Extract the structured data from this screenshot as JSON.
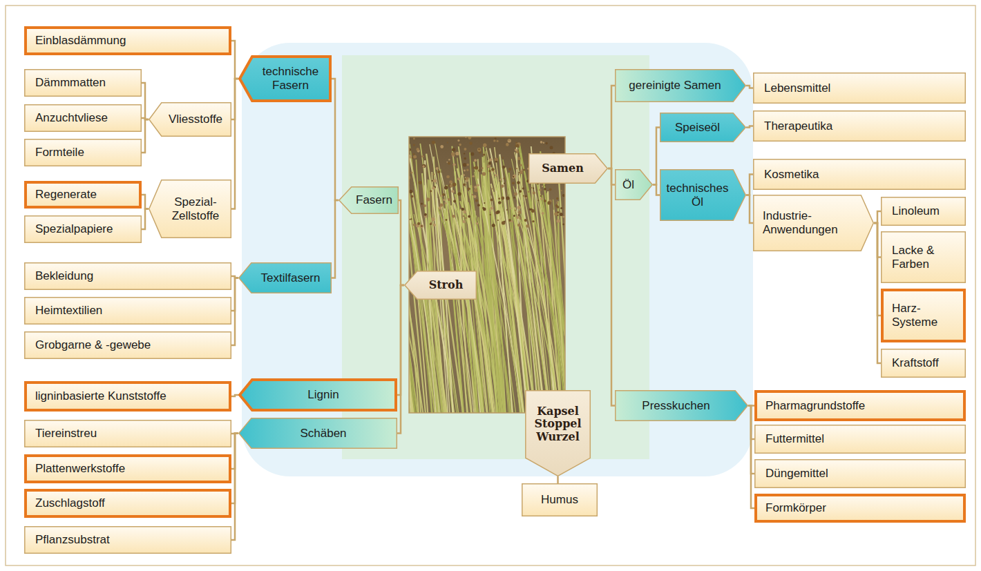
{
  "diagram": {
    "nodes": [
      {
        "text": [
          "Einblasdämmung"
        ]
      },
      {
        "text": [
          "technische Fasern"
        ]
      },
      {
        "text": [
          "Dämmmatten"
        ]
      },
      {
        "text": [
          "Anzuchtvliese"
        ]
      },
      {
        "text": [
          "Vliesstoffe"
        ]
      },
      {
        "text": [
          "Formteile"
        ]
      },
      {
        "text": [
          "Regenerate"
        ]
      },
      {
        "text": [
          "Spezial-Zellstoffe"
        ]
      },
      {
        "text": [
          "Spezialpapiere"
        ]
      },
      {
        "text": [
          "Fasern"
        ]
      },
      {
        "text": [
          "Bekleidung"
        ]
      },
      {
        "text": [
          "Textilfasern"
        ]
      },
      {
        "text": [
          "Heimtextilien"
        ]
      },
      {
        "text": [
          "Grobgarne & -gewebe"
        ]
      },
      {
        "text": [
          "ligninbasierte Kunststoffe"
        ]
      },
      {
        "text": [
          "Lignin"
        ]
      },
      {
        "text": [
          "Tiereinstreu"
        ]
      },
      {
        "text": [
          "Schäben"
        ]
      },
      {
        "text": [
          "Plattenwerkstoffe"
        ]
      },
      {
        "text": [
          "Zuschlagstoff"
        ]
      },
      {
        "text": [
          "Pflanzsubstrat"
        ]
      },
      {
        "text": [
          "Stroh"
        ]
      },
      {
        "text": [
          "Samen"
        ]
      },
      {
        "text": [
          "Kapsel Stoppel Wurzel"
        ]
      },
      {
        "text": [
          "Humus"
        ]
      },
      {
        "text": [
          "gereinigte Samen"
        ]
      },
      {
        "text": [
          "Lebensmittel"
        ]
      },
      {
        "text": [
          "Öl"
        ]
      },
      {
        "text": [
          "Speiseöl"
        ]
      },
      {
        "text": [
          "Therapeutika"
        ]
      },
      {
        "text": [
          "technisches Öl"
        ]
      },
      {
        "text": [
          "Kosmetika"
        ]
      },
      {
        "text": [
          "Industrie-Anwendungen"
        ]
      },
      {
        "text": [
          "Linoleum"
        ]
      },
      {
        "text": [
          "Lacke & Farben"
        ]
      },
      {
        "text": [
          "Harz-Systeme"
        ]
      },
      {
        "text": [
          "Kraftstoff"
        ]
      },
      {
        "text": [
          "Presskuchen"
        ]
      },
      {
        "text": [
          "Pharmagrundstoffe"
        ]
      },
      {
        "text": [
          "Futtermittel"
        ]
      },
      {
        "text": [
          "Düngemittel"
        ]
      },
      {
        "text": [
          "Formkörper"
        ]
      }
    ],
    "edges": [
      {
        "from": 21,
        "to": 9,
        "arrow": "none"
      },
      {
        "from": 21,
        "to": 15,
        "arrow": "none"
      },
      {
        "from": 21,
        "to": 17,
        "arrow": "none"
      },
      {
        "from": 9,
        "to": 1,
        "arrow": "none"
      },
      {
        "from": 9,
        "to": 11,
        "arrow": "none"
      },
      {
        "from": 1,
        "to": 0,
        "arrow": "none"
      },
      {
        "from": 1,
        "to": 4,
        "arrow": "none"
      },
      {
        "from": 1,
        "to": 7,
        "arrow": "none"
      },
      {
        "from": 4,
        "to": 2,
        "arrow": "none"
      },
      {
        "from": 4,
        "to": 3,
        "arrow": "none"
      },
      {
        "from": 4,
        "to": 5,
        "arrow": "none"
      },
      {
        "from": 7,
        "to": 6,
        "arrow": "none"
      },
      {
        "from": 7,
        "to": 8,
        "arrow": "none"
      },
      {
        "from": 11,
        "to": 10,
        "arrow": "none"
      },
      {
        "from": 11,
        "to": 12,
        "arrow": "none"
      },
      {
        "from": 11,
        "to": 13,
        "arrow": "none"
      },
      {
        "from": 15,
        "to": 14,
        "arrow": "none"
      },
      {
        "from": 17,
        "to": 16,
        "arrow": "none"
      },
      {
        "from": 17,
        "to": 18,
        "arrow": "none"
      },
      {
        "from": 17,
        "to": 19,
        "arrow": "none"
      },
      {
        "from": 17,
        "to": 20,
        "arrow": "none"
      },
      {
        "from": 22,
        "to": 25,
        "arrow": "none"
      },
      {
        "from": 22,
        "to": 27,
        "arrow": "none"
      },
      {
        "from": 22,
        "to": 37,
        "arrow": "none"
      },
      {
        "from": 27,
        "to": 28,
        "arrow": "none"
      },
      {
        "from": 27,
        "to": 30,
        "arrow": "none"
      },
      {
        "from": 25,
        "to": 26,
        "arrow": "none"
      },
      {
        "from": 28,
        "to": 29,
        "arrow": "none"
      },
      {
        "from": 30,
        "to": 31,
        "arrow": "none"
      },
      {
        "from": 30,
        "to": 32,
        "arrow": "none"
      },
      {
        "from": 32,
        "to": 33,
        "arrow": "none"
      },
      {
        "from": 32,
        "to": 34,
        "arrow": "none"
      },
      {
        "from": 32,
        "to": 35,
        "arrow": "none"
      },
      {
        "from": 32,
        "to": 36,
        "arrow": "none"
      },
      {
        "from": 37,
        "to": 38,
        "arrow": "none"
      },
      {
        "from": 37,
        "to": 39,
        "arrow": "none"
      },
      {
        "from": 37,
        "to": 40,
        "arrow": "none"
      },
      {
        "from": 37,
        "to": 41,
        "arrow": "none"
      },
      {
        "from": 23,
        "to": 24,
        "arrow": "none"
      }
    ]
  }
}
